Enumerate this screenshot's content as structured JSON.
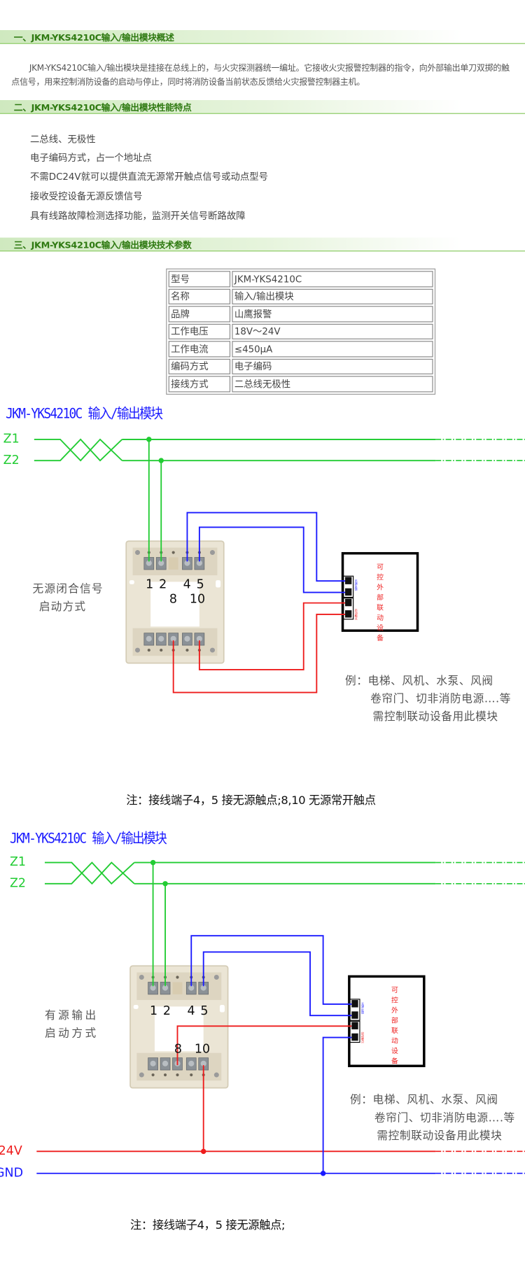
{
  "sections": [
    {
      "title": "一、JKM-YKS4210C输入/输出模块概述"
    },
    {
      "title": "二、JKM-YKS4210C输入/输出模块性能特点"
    },
    {
      "title": "三、JKM-YKS4210C输入/输出模块技术参数"
    }
  ],
  "overview": {
    "paragraph": "JKM-YKS4210C输入/输出模块是挂接在总线上的，与火灾探测器统一编址。它接收火灾报警控制器的指令，向外部输出单刀双掷的触点信号，用来控制消防设备的启动与停止，同时将消防设备当前状态反馈给火灾报警控制器主机。"
  },
  "features": [
    "二总线、无极性",
    "电子编码方式，占一个地址点",
    "不需DC24V就可以提供直流无源常开触点信号或动点型号",
    "接收受控设备无源反馈信号",
    "具有线路故障检测选择功能，监测开关信号断路故障"
  ],
  "specs": [
    {
      "key": "型号",
      "value": "JKM-YKS4210C"
    },
    {
      "key": "名称",
      "value": "输入/输出模块"
    },
    {
      "key": "品牌",
      "value": "山鹰报警"
    },
    {
      "key": "工作电压",
      "value": "18V～24V"
    },
    {
      "key": "工作电流",
      "value": "≤450μA"
    },
    {
      "key": "编码方式",
      "value": "电子编码"
    },
    {
      "key": "接线方式",
      "value": "二总线无极性"
    }
  ],
  "diagrams": [
    {
      "title": "JKM-YKS4210C 输入/输出模块",
      "z1": "Z1",
      "z2": "Z2",
      "terminals": {
        "t12": "1 2",
        "t45": "4 5",
        "t8": "8",
        "t10": "10"
      },
      "mode_label": [
        "无源闭合信号",
        "启动方式"
      ],
      "device_label": "可控外部联动设备",
      "device_pins": [
        "无源反馈",
        "启动触点"
      ],
      "example": [
        "例：电梯、风机、水泵、风阀",
        "卷帘门、切非消防电源….等",
        "需控制联动设备用此模块"
      ],
      "note": "注：接线端子4，5 接无源触点;8,10 无源常开触点"
    },
    {
      "title": "JKM-YKS4210C 输入/输出模块",
      "z1": "Z1",
      "z2": "Z2",
      "terminals": {
        "t12": "1 2",
        "t45": "4 5",
        "t8": "8",
        "t10": "10"
      },
      "mode_label": [
        "有源输出",
        "启动方式"
      ],
      "device_label": "可控外部联动设备",
      "device_pins": [
        "无源反馈",
        "启动触点"
      ],
      "example": [
        "例：电梯、风机、水泵、风阀",
        "卷帘门、切非消防电源….等",
        "需控制联动设备用此模块"
      ],
      "power": "24V",
      "gnd": "GND",
      "note": "注：接线端子4，5 接无源触点;"
    }
  ],
  "colors": {
    "bus": "#22cc33",
    "feedback": "#1a1aff",
    "control": "#ee1c1c",
    "section_title": "#2f7a12"
  }
}
